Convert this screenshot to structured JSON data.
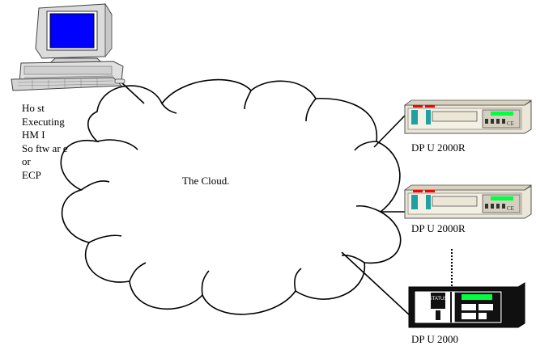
{
  "host": {
    "label_lines": [
      "Ho st",
      "Executing",
      "HM I",
      "So ftw ar e",
      "or",
      "ECP"
    ]
  },
  "cloud": {
    "label": "The Cloud."
  },
  "devices": [
    {
      "label": "DP U 2000R"
    },
    {
      "label": "DP U 2000R"
    },
    {
      "label": "DP U 2000",
      "status_text": "STATUS"
    }
  ],
  "colors": {
    "screen": "#0000ff",
    "rack": "#ebe6d6",
    "led_red": "#ff0000",
    "led_green": "#00ff40",
    "teal": "#20a0a0",
    "dark_panel": "#101010",
    "line": "#000000"
  }
}
